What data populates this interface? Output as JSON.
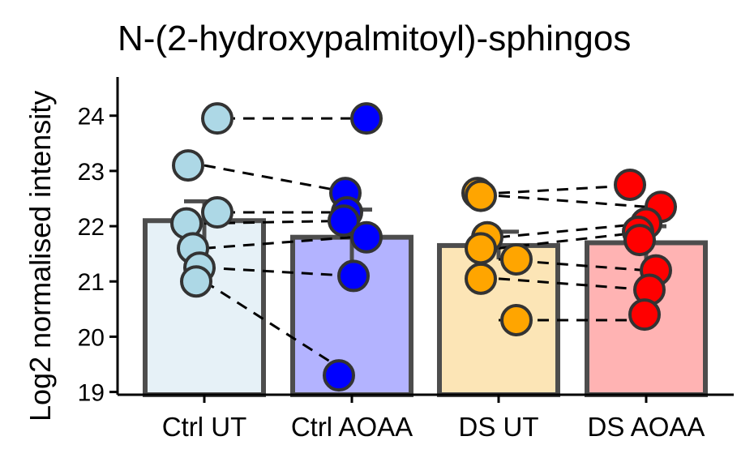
{
  "chart_data": {
    "type": "bar",
    "title": "N-(2-hydroxypalmitoyl)-sphingos",
    "ylabel": "Log2 normalised intensity",
    "xlabel": "",
    "categories": [
      "Ctrl UT",
      "Ctrl AOAA",
      "DS UT",
      "DS AOAA"
    ],
    "values": [
      22.1,
      21.8,
      21.65,
      21.7
    ],
    "errors": [
      0.35,
      0.5,
      0.25,
      0.3
    ],
    "ylim": [
      18.95,
      24.7
    ],
    "yticks": [
      19,
      20,
      21,
      22,
      23,
      24
    ],
    "bar_fills": [
      "#e6f1f7",
      "#b3b3ff",
      "#fce5b6",
      "#ffb3b3"
    ],
    "point_fills": [
      "#add8e6",
      "#0000ff",
      "#ffa500",
      "#ff0000"
    ],
    "points": [
      [
        23.95,
        23.1,
        22.25,
        22.05,
        21.6,
        21.25,
        21.0
      ],
      [
        23.95,
        22.6,
        22.25,
        22.1,
        21.8,
        21.1,
        19.3
      ],
      [
        22.6,
        22.55,
        21.8,
        21.6,
        21.4,
        21.05,
        20.3
      ],
      [
        22.75,
        22.35,
        22.05,
        21.9,
        21.75,
        21.2,
        20.85,
        20.4
      ]
    ],
    "pairs": [
      {
        "from": 0,
        "to": 1,
        "y1": [
          23.95,
          23.1,
          22.25,
          22.05,
          21.6,
          21.25,
          21.0
        ],
        "y2": [
          23.95,
          22.6,
          22.25,
          22.1,
          21.8,
          21.1,
          19.3
        ]
      },
      {
        "from": 2,
        "to": 3,
        "y1": [
          22.6,
          22.55,
          21.8,
          21.6,
          21.4,
          21.05,
          20.3
        ],
        "y2": [
          22.75,
          22.35,
          22.05,
          21.9,
          21.2,
          20.85,
          20.3
        ]
      }
    ],
    "colors": {
      "bar_outline": "#4d4d4d",
      "axis": "#000000",
      "line": "#000000",
      "point_outline": "#333333"
    },
    "grid": false,
    "legend": "none"
  }
}
